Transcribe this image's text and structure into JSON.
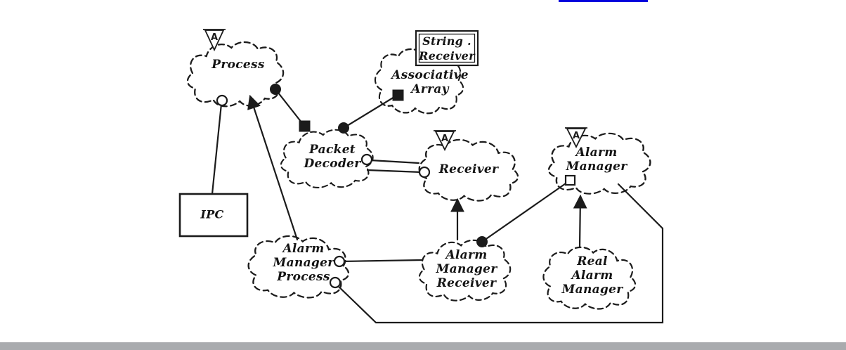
{
  "page": {
    "top_link_underline_color": "#0101dd",
    "bottom_bar_color": "#a9abae",
    "ink_color": "#1b1b1b",
    "background_color": "#ffffff"
  },
  "diagram": {
    "clouds": [
      {
        "id": "process",
        "lines": [
          "Process"
        ],
        "abstract_marker": "A"
      },
      {
        "id": "associative-array",
        "lines": [
          "Associative",
          "Array"
        ]
      },
      {
        "id": "packet-decoder",
        "lines": [
          "Packet",
          "Decoder"
        ]
      },
      {
        "id": "receiver",
        "lines": [
          "Receiver"
        ],
        "abstract_marker": "A"
      },
      {
        "id": "alarm-manager",
        "lines": [
          "Alarm",
          "Manager"
        ],
        "abstract_marker": "A"
      },
      {
        "id": "alarm-manager-process",
        "lines": [
          "Alarm",
          "Manager",
          "Process"
        ]
      },
      {
        "id": "alarm-manager-receiver",
        "lines": [
          "Alarm",
          "Manager",
          "Receiver"
        ]
      },
      {
        "id": "real-alarm-manager",
        "lines": [
          "Real",
          "Alarm",
          "Manager"
        ]
      }
    ],
    "boxes": [
      {
        "id": "string-receiver",
        "lines": [
          "String .",
          "Receiver"
        ]
      },
      {
        "id": "ipc",
        "lines": [
          "IPC"
        ]
      }
    ],
    "symbols": {
      "filled_circle": "uses-interface-filled-circle",
      "open_circle": "uses-open-circle",
      "filled_square": "has-filled-square",
      "open_square": "has-open-square",
      "triangle_a": "abstract-class-adornment"
    }
  }
}
